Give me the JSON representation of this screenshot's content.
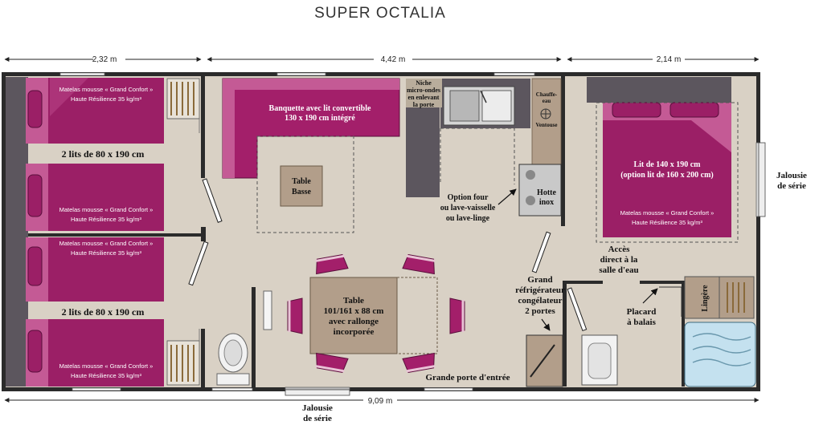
{
  "title": "SUPER OCTALIA",
  "dimensions": {
    "left": "2,32 m",
    "middle": "4,42 m",
    "right": "2,14 m",
    "total": "9,09 m"
  },
  "bedrooms": {
    "twin_label_top": "2 lits de 80 x 190 cm",
    "twin_label_bottom": "2 lits de 80 x 190 cm",
    "mattress_line1": "Matelas mousse « Grand Confort »",
    "mattress_line2": "Haute Résilience 35 kg/m³"
  },
  "living": {
    "sofa_line1": "Banquette avec lit convertible",
    "sofa_line2": "130 x 190 cm intégré",
    "coffee_table_line1": "Table",
    "coffee_table_line2": "Basse",
    "dining_line1": "Table",
    "dining_line2": "101/161 x 88 cm",
    "dining_line3": "avec rallonge",
    "dining_line4": "incorporée"
  },
  "kitchen": {
    "niche_line1": "Niche",
    "niche_line2": "micro-ondes",
    "niche_line3": "en enlevant",
    "niche_line4": "la porte",
    "heater_line1": "Chauffe-",
    "heater_line2": "eau",
    "vent_label": "Ventouse",
    "hood_line1": "Hotte",
    "hood_line2": "inox",
    "option_line1": "Option four",
    "option_line2": "ou lave-vaisselle",
    "option_line3": "ou lave-linge",
    "fridge_line1": "Grand",
    "fridge_line2": "réfrigérateur",
    "fridge_line3": "congélateur",
    "fridge_line4": "2 portes"
  },
  "master": {
    "bed_line1": "Lit de 140 x 190 cm",
    "bed_line2": "(option lit de 160 x 200 cm)",
    "access_line1": "Accès",
    "access_line2": "direct à la",
    "access_line3": "salle d'eau"
  },
  "bathroom": {
    "linen": "Lingère",
    "broom_line1": "Placard",
    "broom_line2": "à balais"
  },
  "entrance": "Grande porte d'entrée",
  "shutters": {
    "right_line1": "Jalousie",
    "right_line2": "de série",
    "bottom_line1": "Jalousie",
    "bottom_line2": "de série"
  },
  "colors": {
    "floor": "#d9d1c5",
    "wall": "#2b2b2b",
    "bed": "#9b1f66",
    "pillow": "#c45a95",
    "headboard": "#5c565e",
    "table": "#b29e8a",
    "sofa": "#a31f6a"
  }
}
